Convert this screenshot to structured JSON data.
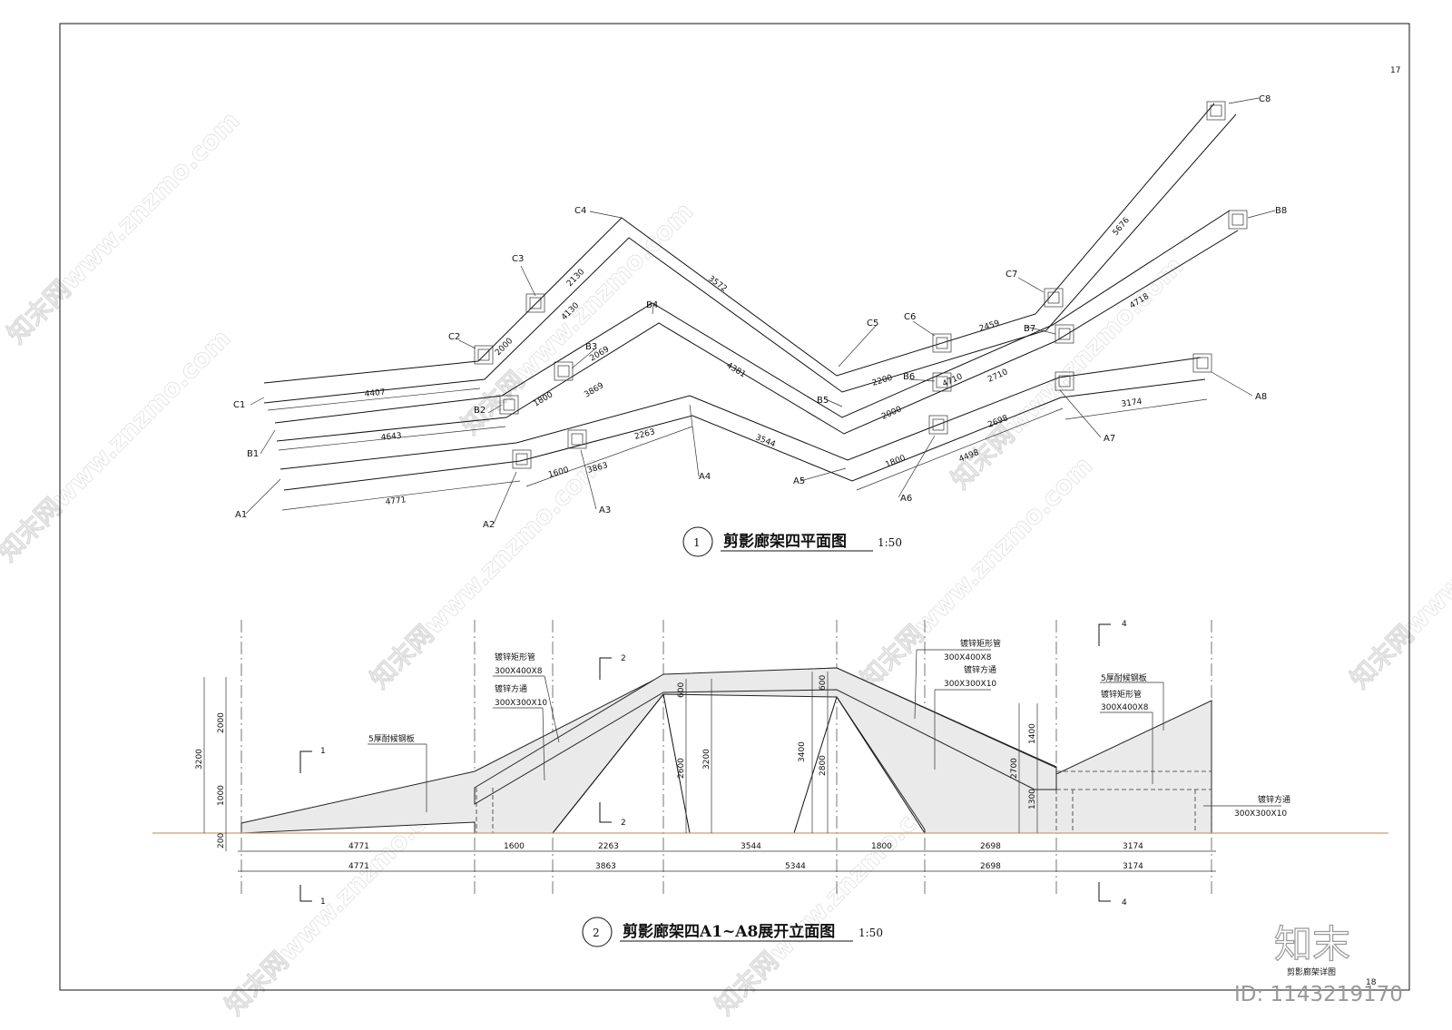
{
  "sheet": {
    "page_number": "17",
    "page_number_bottom": "18"
  },
  "plan": {
    "title": "剪影廊架四平面图",
    "number": "1",
    "scale": "1:50",
    "labels": {
      "C1": "C1",
      "C2": "C2",
      "C3": "C3",
      "C4": "C4",
      "C5": "C5",
      "C6": "C6",
      "C7": "C7",
      "C8": "C8",
      "B1": "B1",
      "B2": "B2",
      "B3": "B3",
      "B4": "B4",
      "B5": "B5",
      "B6": "B6",
      "B7": "B7",
      "B8": "B8",
      "A1": "A1",
      "A2": "A2",
      "A3": "A3",
      "A4": "A4",
      "A5": "A5",
      "A6": "A6",
      "A7": "A7",
      "A8": "A8"
    },
    "dims": {
      "c1": "4407",
      "c2": "2000",
      "c3": "2130",
      "c3b": "4130",
      "c4": "3572",
      "c5": "2200",
      "c6": "2459",
      "c7": "5676",
      "b1": "4643",
      "b2": "1800",
      "b3": "2069",
      "b3b": "3869",
      "b4": "4381",
      "b5": "2000",
      "b6": "4710",
      "b6b": "2710",
      "b7": "4718",
      "a1": "4771",
      "a2": "1600",
      "a3": "2263",
      "a3b": "3863",
      "a4": "3544",
      "a5": "1800",
      "a6": "2698",
      "a6b": "4498",
      "a7": "3174"
    }
  },
  "elevation": {
    "title": "剪影廊架四A1~A8展开立面图",
    "number": "2",
    "scale": "1:50",
    "notes": {
      "plate_left": "5厚耐候钢板",
      "tube1_name": "镀锌矩形管",
      "tube1_size": "300X400X8",
      "sq1_name": "镀锌方通",
      "sq1_size": "300X300X10",
      "tube2_name": "镀锌矩形管",
      "tube2_size": "300X400X8",
      "sq2_name": "镀锌方通",
      "sq2_size": "300X300X10",
      "plate_right": "5厚耐候钢板",
      "tube3_name": "镀锌矩形管",
      "tube3_size": "300X400X8",
      "sq3_name": "镀锌方通",
      "sq3_size": "300X300X10"
    },
    "sections": {
      "s1": "1",
      "s2": "2",
      "s4": "4"
    },
    "vdims": {
      "h3200": "3200",
      "h2000": "2000",
      "h1000": "1000",
      "h200": "200",
      "h600a": "600",
      "h2600": "2600",
      "h3200b": "3200",
      "h600b": "600",
      "h3400": "3400",
      "h2800": "2800",
      "h1400": "1400",
      "h2700": "2700",
      "h1300": "1300"
    },
    "row1": [
      "4771",
      "1600",
      "2263",
      "3544",
      "1800",
      "2698",
      "3174"
    ],
    "row2": [
      "4771",
      "3863",
      "5344",
      "2698",
      "3174"
    ]
  },
  "watermark": {
    "site": "知末网www.znzmo.com",
    "logo": "知末",
    "id": "ID: 1143219170",
    "caption": "剪影廊架详图"
  }
}
